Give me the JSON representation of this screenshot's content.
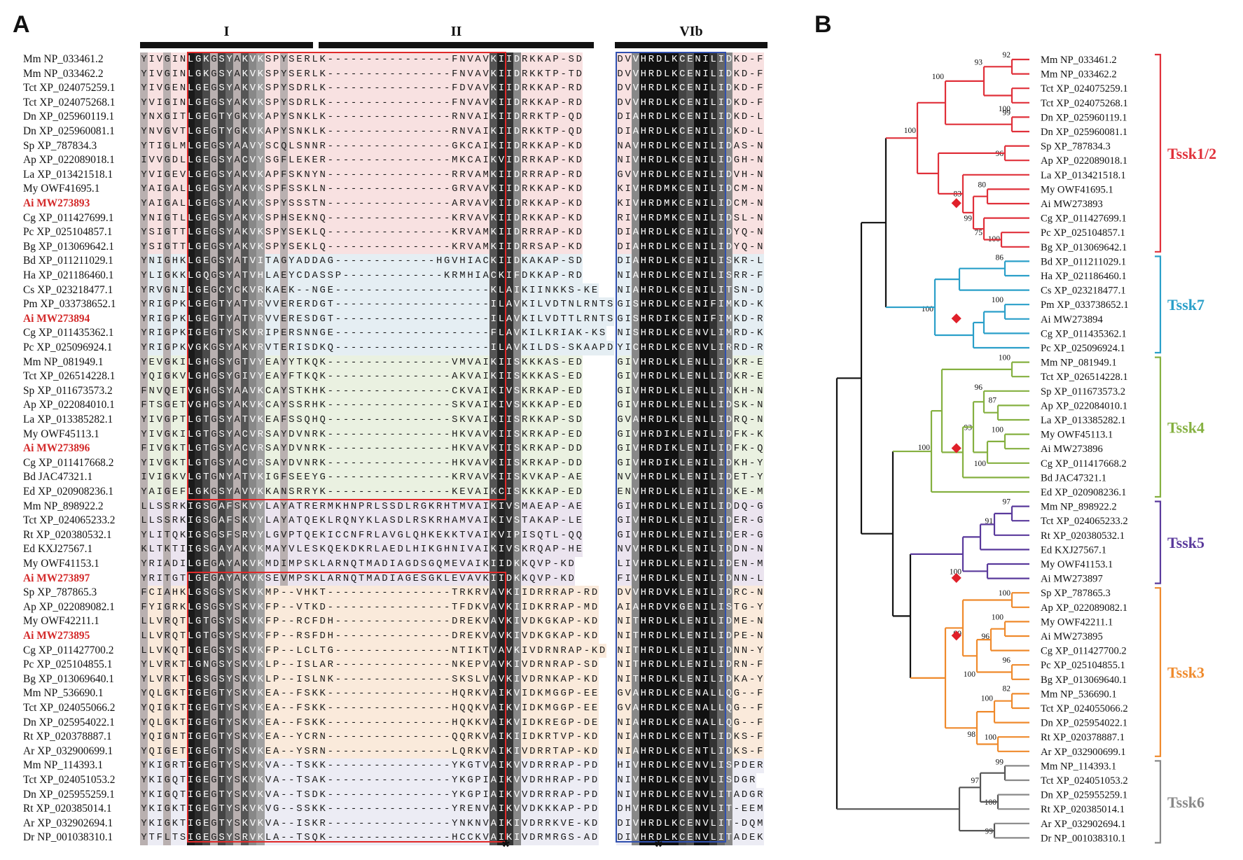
{
  "panels": {
    "a": "A",
    "b": "B"
  },
  "motifs": [
    {
      "label": "I"
    },
    {
      "label": "II"
    },
    {
      "label": "VIb"
    }
  ],
  "stars": [
    "*",
    "*"
  ],
  "alignment": {
    "rows": [
      {
        "name": "Mm NP_033461.2",
        "hl": false,
        "s1": "YIVGINLGKGSYAKVKSPYSERLK----------------FNVAVKIIDRKKAP-SD",
        "s2": "DVVHRDLKCENILIDKD-F"
      },
      {
        "name": "Mm NP_033462.2",
        "hl": false,
        "s1": "YIVGINLGKGSYAKVKSPYSERLK----------------FNVAVKIIDRKKTP-TD",
        "s2": "DVVHRDLKCENILIDKD-F"
      },
      {
        "name": "Tct XP_024075259.1",
        "hl": false,
        "s1": "YIVGENLGEGSYAKVKSPYSDRLK----------------FDVAVKIIDRKKAP-RD",
        "s2": "DVVHRDLKCENILIDKD-F"
      },
      {
        "name": "Tct XP_024075268.1",
        "hl": false,
        "s1": "YVIGINLGEGSYAKVKSPYSDRLK----------------FNVAVKIIDRKKAP-RD",
        "s2": "DVVHRDLKCENILIDKD-F"
      },
      {
        "name": "Dn XP_025960119.1",
        "hl": false,
        "s1": "YNXGITLGEGTYGKVKAPYSNKLK----------------RNVAIKIIDRRKTP-QD",
        "s2": "DIAHRDLKCENILIDKD-L"
      },
      {
        "name": "Dn XP_025960081.1",
        "hl": false,
        "s1": "YNVGVTLGEGTYGKVKAPYSNKLK----------------RNVAIKIIDRKKTP-QD",
        "s2": "DIAHRDLKCENILIDKD-L"
      },
      {
        "name": "Sp XP_787834.3",
        "hl": false,
        "s1": "YTIGLMLGEGSYAAVYSCQLSNNR----------------GKCAIKIIDRKKAP-KD",
        "s2": "NAVHRDLKCENILIDAS-N"
      },
      {
        "name": "Ap XP_022089018.1",
        "hl": false,
        "s1": "IVVGDLLGEGSYACVYSGFLEKER----------------MKCAIKVIDRRKAP-KD",
        "s2": "NIVHRDLKCENILIDGH-N"
      },
      {
        "name": "La XP_013421518.1",
        "hl": false,
        "s1": "YVIGEVLGEGSYAKVKAPFSKNYN----------------RRVAMKIIDRRRAP-RD",
        "s2": "GVVHRDLKCENILIDVH-N"
      },
      {
        "name": "My OWF41695.1",
        "hl": false,
        "s1": "YAIGALLGEGSYAKVKSPFSSKLN----------------GRVAVKIIDRKKAP-KD",
        "s2": "KIVHRDMKCENILIDCM-N"
      },
      {
        "name": "Ai MW273893",
        "hl": true,
        "s1": "YAIGALLGEGSYAKVKSPYSSSTN----------------ARVAVKIIDRKKAP-KD",
        "s2": "KIVHRDMKCENILIDCM-N"
      },
      {
        "name": "Cg XP_011427699.1",
        "hl": false,
        "s1": "YNIGTLLGEGSYAKVKSPHSEKNQ----------------KRVAVKIIDRKKAP-KD",
        "s2": "RIVHRDMKCENILIDSL-N"
      },
      {
        "name": "Pc XP_025104857.1",
        "hl": false,
        "s1": "YSIGTTLGEGSYAKVKSPYSEKLQ----------------KRVAMKIIDRRRAP-KD",
        "s2": "DIAHRDLKCENILIDYQ-N"
      },
      {
        "name": "Bg XP_013069642.1",
        "hl": false,
        "s1": "YSIGTTLGEGSYAKVKSPYSEKLQ----------------KRVAMKIIDRRSAP-KD",
        "s2": "DIAHRDLKCENILIDYQ-N"
      },
      {
        "name": "Bd XP_011211029.1",
        "hl": false,
        "s1": "YNIGHKLGEGSYATVITAGYADDAG-------------HGVHIACKIIDKAKAP-SD",
        "s2": "DIAHRDLKCENILISKR-L"
      },
      {
        "name": "Ha XP_021186460.1",
        "hl": false,
        "s1": "YLIGKKLGQGSYATVHLAEYCDASSP-------------KRMHIACKIFDKKAP-RD",
        "s2": "NIAHRDLKCENILISRR-F"
      },
      {
        "name": "Cs XP_023218477.1",
        "hl": false,
        "s1": "YRVGNILGEGCYCKVRKAEK--NGE--------------------KLAIKIINKKS-KE",
        "s2": "NIAHRDLKCENILITSN-D"
      },
      {
        "name": "Pm XP_033738652.1",
        "hl": false,
        "s1": "YRIGPKLGEGTYATVRVVERERDGT--------------------ILAVKILVDTNLRNTS",
        "s2": "GISHRDLKCENIFIMKD-K"
      },
      {
        "name": "Ai MW273894",
        "hl": true,
        "s1": "YRIGPKLGEGTYATVRVVERESDGT--------------------ILAVKILVDTTLRNTS",
        "s2": "GISHRDIKCENIFIMKD-R"
      },
      {
        "name": "Cg XP_011435362.1",
        "hl": false,
        "s1": "YRIGPKIGEGTYSKVRIPERSNNGE--------------------FLAVKILKRIAK-KS",
        "s2": "NISHRDLKCENVLIMRD-K"
      },
      {
        "name": "Pc XP_025096924.1",
        "hl": false,
        "s1": "YRIGPKVGKGSYAKVRVTERISDKQ--------------------ILAVKILDS-SKAAPD",
        "s2": "YICHRDLKCENVLIRRD-R"
      },
      {
        "name": "Mm NP_081949.1",
        "hl": false,
        "s1": "YEVGKILGHGSYGTVYEAYYTKQK----------------VMVAIKIISKKKAS-ED",
        "s2": "GIVHRDLKLENLLIDKR-E"
      },
      {
        "name": "Tct XP_026514228.1",
        "hl": false,
        "s1": "YQIGKVLGHGSYGIVYEAYFTKQK----------------AKVAIKIISKKKAS-ED",
        "s2": "GIVHRDLKLENLLIDKR-E"
      },
      {
        "name": "Sp XP_011673573.2",
        "hl": false,
        "s1": "FNVQETVGHGSYAAVKCAYSTKHK----------------CKVAIKIVSKRKAP-ED",
        "s2": "GIVHRDLKLENLLINKH-N"
      },
      {
        "name": "Ap XP_022084010.1",
        "hl": false,
        "s1": "FTSGETVGHGSYAKVKCAYSSRHK----------------SKVAIKIVSKKKAP-ED",
        "s2": "GIVHRDLKLENLLIDSK-N"
      },
      {
        "name": "La XP_013385282.1",
        "hl": false,
        "s1": "YIVGPTLGTGSYATVKEAFSSQHQ----------------SKVAIKIISRKKAP-SD",
        "s2": "GVAHRDLKLENLLIDRQ-N"
      },
      {
        "name": "My OWF45113.1",
        "hl": false,
        "s1": "YIVGKILGTGSYACVRSAYDVNRK----------------HKVAVKIISKRKAP-ED",
        "s2": "GIVHRDIKLENILIDFK-K"
      },
      {
        "name": "Ai MW273896",
        "hl": true,
        "s1": "FIVGKTLGTGSYACVRSAYDVNRK----------------HKVAVKIISKRKAP-DD",
        "s2": "GIVHRDIKLENILIDFK-Q"
      },
      {
        "name": "Cg XP_011417668.2",
        "hl": false,
        "s1": "YIVGKTLGTGSYACVRSAYDVNRK----------------HKVAVKIISKRKAP-DD",
        "s2": "GIVHRDIKLENILIDKH-Y"
      },
      {
        "name": "Bd JAC47321.1",
        "hl": false,
        "s1": "IVIGKVLGTGNYATVKIGFSEEYG----------------KRVAVKIISKVKAP-AE",
        "s2": "NVVHRDLKLENILIDET-Y"
      },
      {
        "name": "Ed XP_020908236.1",
        "hl": false,
        "s1": "YAIGEFLGKGSYAVVKKANSRRYK----------------KEVAIKCISKKKAP-ED",
        "s2": "ENVHRDLKLENILIDKE-M"
      },
      {
        "name": "Mm NP_898922.2",
        "hl": false,
        "s1": "LLSSRKIGSGAFSKVYLAYATRERMKHNPRLSSDLRGKRHTMVAIKIVSMAEAP-AE",
        "s2": "GIVHRDLKLENILIDDQ-G"
      },
      {
        "name": "Tct XP_024065233.2",
        "hl": false,
        "s1": "LLSSRKIGSGAFSKVYLAYATQEKLRQNYKLASDLRSKRHAMVAIKIVSTAKAP-LE",
        "s2": "GIVHRDLKLENILIDER-G"
      },
      {
        "name": "Rt XP_020380532.1",
        "hl": false,
        "s1": "YLITQKIGSGSFSRVYLGVPTQEKICCNFRLAVGLQHKEKKTVAIKVIPISQTL-QQ",
        "s2": "GIVHRDLKLENILIDER-G"
      },
      {
        "name": "Ed KXJ27567.1",
        "hl": false,
        "s1": "KLTKTIIGSGAYAKVKMAYVLESKQEKDKRLAEDLHIKGHNIVAIKIVSKRQAP-HE",
        "s2": "NVVHRDLKLENILIDDN-N"
      },
      {
        "name": "My OWF41153.1",
        "hl": false,
        "s1": "YRIADILGEGAYAKVKMDIMPSKLARNQTMADIAGDSGQMEVAIKIIDKKQVP-KD",
        "s2": "LIVHRDLKLENILIDEN-M"
      },
      {
        "name": "Ai MW273897",
        "hl": true,
        "s1": "YRITGTLGEGAYAKVKSEVMPSKLARNQTMADIAGESGKLEVAVKIIDKKQVP-KD",
        "s2": "FIVHRDLKLENILIDNN-L"
      },
      {
        "name": "Sp XP_787865.3",
        "hl": false,
        "s1": "FCIAHKLGSGSYSKVKMP--VHKT----------------TRKRVAVKIIDRRRAP-RD",
        "s2": "DVVHRDVKLENILIDRC-N"
      },
      {
        "name": "Ap XP_022089082.1",
        "hl": false,
        "s1": "FYIGRKLGSGSYSKVKFP--VTKD----------------TFDKVAVKIIDKRRAP-MD",
        "s2": "AIAHRDVKGENILISTG-Y"
      },
      {
        "name": "My OWF42211.1",
        "hl": false,
        "s1": "LLVRQTLGTGSYSKVKFP--RCFDH---------------DREKVAVKIVDKGKAP-KD",
        "s2": "NITHRDLKLENILIDME-N"
      },
      {
        "name": "Ai MW273895",
        "hl": true,
        "s1": "LLVRQTLGTGSYSKVKFP--RSFDH---------------DREKVAVKIVDKGKAP-KD",
        "s2": "NITHRDLKLENILIDPE-N"
      },
      {
        "name": "Cg XP_011427700.2",
        "hl": false,
        "s1": "LLVKQTLGEGSYSKVKFP--LCLTG---------------NTIKTVAVKIVDRNRAP-KD",
        "s2": "NITHRDLKLENILIDNN-Y"
      },
      {
        "name": "Pc XP_025104855.1",
        "hl": false,
        "s1": "YLVRKTLGNGSYSKVKLP--ISLAR---------------NKEPVAVKIVDRNRAP-SD",
        "s2": "NITHRDLKLENILIDRN-F"
      },
      {
        "name": "Bg XP_013069640.1",
        "hl": false,
        "s1": "YLVRKTLGSGSYSKVKLP--ISLNK---------------SKSLVAVKIVDRNKAP-KD",
        "s2": "NITHRDLKLENILIDKA-Y"
      },
      {
        "name": "Mm NP_536690.1",
        "hl": false,
        "s1": "YQLGKTIGEGTYSKVKEA--FSKK----------------HQRKVAIKVIDKMGGP-EE",
        "s2": "GVAHRDLKCENALLQG--F"
      },
      {
        "name": "Tct XP_024055066.2",
        "hl": false,
        "s1": "YQIGKTIGEGTYSKVKEA--FSKK----------------HQQKVAIKVIDKMGGP-EE",
        "s2": "GVAHRDLKCENALLQG--F"
      },
      {
        "name": "Dn XP_025954022.1",
        "hl": false,
        "s1": "YQLGKTIGEGTYSKVKEA--FSKK----------------HQKKVAIKVIDKREGP-DE",
        "s2": "NIAHRDLKCENALLQG--F"
      },
      {
        "name": "Rt XP_020378887.1",
        "hl": false,
        "s1": "YQIGNTIGEGTYSKVKEA--YCRN----------------QQRKVAIKIIDKRTVP-KD",
        "s2": "NIAHRDLKCENTLIDKS-F"
      },
      {
        "name": "Ar XP_032900699.1",
        "hl": false,
        "s1": "YQIGETIGEGTYSKVKEA--YSRN----------------LQRKVAIKIVDRRTAP-KD",
        "s2": "NIAHRDLKCENTLIDKS-F"
      },
      {
        "name": "Mm NP_114393.1",
        "hl": false,
        "s1": "YKIGRTIGEGTYSKVKVA--TSKK----------------YKGTVAIKVVDRRRAP-PD",
        "s2": "HIVHRDLKCENVLISPDER"
      },
      {
        "name": "Tct XP_024051053.2",
        "hl": false,
        "s1": "YKIGQTIGEGTYSKVKVA--TSAK----------------YKGPIAIKVVDRHRAP-PD",
        "s2": "NIVHRDLKCENVLISDGR"
      },
      {
        "name": "Dn XP_025955259.1",
        "hl": false,
        "s1": "YKIGQTIGEGTYSKVKVA--TSDK----------------YKGPIAIKVVDRRRAP-PD",
        "s2": "NIVHRDLKCENVLITADGR"
      },
      {
        "name": "Rt XP_020385014.1",
        "hl": false,
        "s1": "YKIGKTIGEGTYSKVKVG--SSKK----------------YRENVAIKVVDKKKAP-PD",
        "s2": "DHVHRDLKCENVLIT-EEM"
      },
      {
        "name": "Ar XP_032902694.1",
        "hl": false,
        "s1": "YKIGKTIGEGTYSKVKVA--ISKR----------------YNKNVAIKIVDRRKVE-KD",
        "s2": "DIVHRDLKCENVLIT-DQM"
      },
      {
        "name": "Dr NP_001038310.1",
        "hl": false,
        "s1": "YTFLTSIGEGSYSRVKLA--TSQK----------------HCCKVAIKIVDRMRGS-AD",
        "s2": "DIVHRDLKCENVLITADEK"
      }
    ]
  },
  "tree": {
    "leaves": [
      {
        "name": "Mm NP_033461.2",
        "hl": false
      },
      {
        "name": "Mm NP_033462.2",
        "hl": false
      },
      {
        "name": "Tct XP_024075259.1",
        "hl": false
      },
      {
        "name": "Tct XP_024075268.1",
        "hl": false
      },
      {
        "name": "Dn XP_025960119.1",
        "hl": false
      },
      {
        "name": "Dn XP_025960081.1",
        "hl": false
      },
      {
        "name": "Sp XP_787834.3",
        "hl": false
      },
      {
        "name": "Ap XP_022089018.1",
        "hl": false
      },
      {
        "name": "La XP_013421518.1",
        "hl": false
      },
      {
        "name": "My OWF41695.1",
        "hl": false
      },
      {
        "name": "Ai MW273893",
        "hl": true
      },
      {
        "name": "Cg XP_011427699.1",
        "hl": false
      },
      {
        "name": "Pc XP_025104857.1",
        "hl": false
      },
      {
        "name": "Bg XP_013069642.1",
        "hl": false
      },
      {
        "name": "Bd XP_011211029.1",
        "hl": false
      },
      {
        "name": "Ha XP_021186460.1",
        "hl": false
      },
      {
        "name": "Cs XP_023218477.1",
        "hl": false
      },
      {
        "name": "Pm XP_033738652.1",
        "hl": false
      },
      {
        "name": "Ai MW273894",
        "hl": true
      },
      {
        "name": "Cg XP_011435362.1",
        "hl": false
      },
      {
        "name": "Pc XP_025096924.1",
        "hl": false
      },
      {
        "name": "Mm NP_081949.1",
        "hl": false
      },
      {
        "name": "Tct XP_026514228.1",
        "hl": false
      },
      {
        "name": "Sp XP_011673573.2",
        "hl": false
      },
      {
        "name": "Ap XP_022084010.1",
        "hl": false
      },
      {
        "name": "La XP_013385282.1",
        "hl": false
      },
      {
        "name": "My OWF45113.1",
        "hl": false
      },
      {
        "name": "Ai MW273896",
        "hl": true
      },
      {
        "name": "Cg XP_011417668.2",
        "hl": false
      },
      {
        "name": "Bd JAC47321.1",
        "hl": false
      },
      {
        "name": "Ed XP_020908236.1",
        "hl": false
      },
      {
        "name": "Mm NP_898922.2",
        "hl": false
      },
      {
        "name": "Tct XP_024065233.2",
        "hl": false
      },
      {
        "name": "Rt XP_020380532.1",
        "hl": false
      },
      {
        "name": "Ed KXJ27567.1",
        "hl": false
      },
      {
        "name": "My OWF41153.1",
        "hl": false
      },
      {
        "name": "Ai MW273897",
        "hl": true
      },
      {
        "name": "Sp XP_787865.3",
        "hl": false
      },
      {
        "name": "Ap XP_022089082.1",
        "hl": false
      },
      {
        "name": "My OWF42211.1",
        "hl": false
      },
      {
        "name": "Ai MW273895",
        "hl": true
      },
      {
        "name": "Cg XP_011427700.2",
        "hl": false
      },
      {
        "name": "Pc XP_025104855.1",
        "hl": false
      },
      {
        "name": "Bg XP_013069640.1",
        "hl": false
      },
      {
        "name": "Mm NP_536690.1",
        "hl": false
      },
      {
        "name": "Tct XP_024055066.2",
        "hl": false
      },
      {
        "name": "Dn XP_025954022.1",
        "hl": false
      },
      {
        "name": "Rt XP_020378887.1",
        "hl": false
      },
      {
        "name": "Ar XP_032900699.1",
        "hl": false
      },
      {
        "name": "Mm NP_114393.1",
        "hl": false
      },
      {
        "name": "Tct XP_024051053.2",
        "hl": false
      },
      {
        "name": "Dn XP_025955259.1",
        "hl": false
      },
      {
        "name": "Rt XP_020385014.1",
        "hl": false
      },
      {
        "name": "Ar XP_032902694.1",
        "hl": false
      },
      {
        "name": "Dr NP_001038310.1",
        "hl": false
      }
    ],
    "clades": [
      {
        "label": "Tssk1/2",
        "color": "#e0303a",
        "first": 0,
        "last": 13
      },
      {
        "label": "Tssk7",
        "color": "#2a9fc9",
        "first": 14,
        "last": 20
      },
      {
        "label": "Tssk4",
        "color": "#85b040",
        "first": 21,
        "last": 30
      },
      {
        "label": "Tssk5",
        "color": "#5a3a9c",
        "first": 31,
        "last": 36
      },
      {
        "label": "Tssk3",
        "color": "#ef8a2c",
        "first": 37,
        "last": 48
      },
      {
        "label": "Tssk6",
        "color": "#888888",
        "first": 49,
        "last": 54
      }
    ],
    "bootstrap": [
      "92",
      "100",
      "93",
      "99",
      "100",
      "96",
      "80",
      "100",
      "75",
      "99",
      "83",
      "100",
      "86",
      "100",
      "100",
      "100",
      "87",
      "96",
      "100",
      "100",
      "93",
      "100",
      "97",
      "91",
      "100",
      "100",
      "100",
      "96",
      "96",
      "100",
      "99",
      "82",
      "100",
      "100",
      "98",
      "99",
      "100",
      "97",
      "99"
    ],
    "marker_color": "#e0202a"
  }
}
